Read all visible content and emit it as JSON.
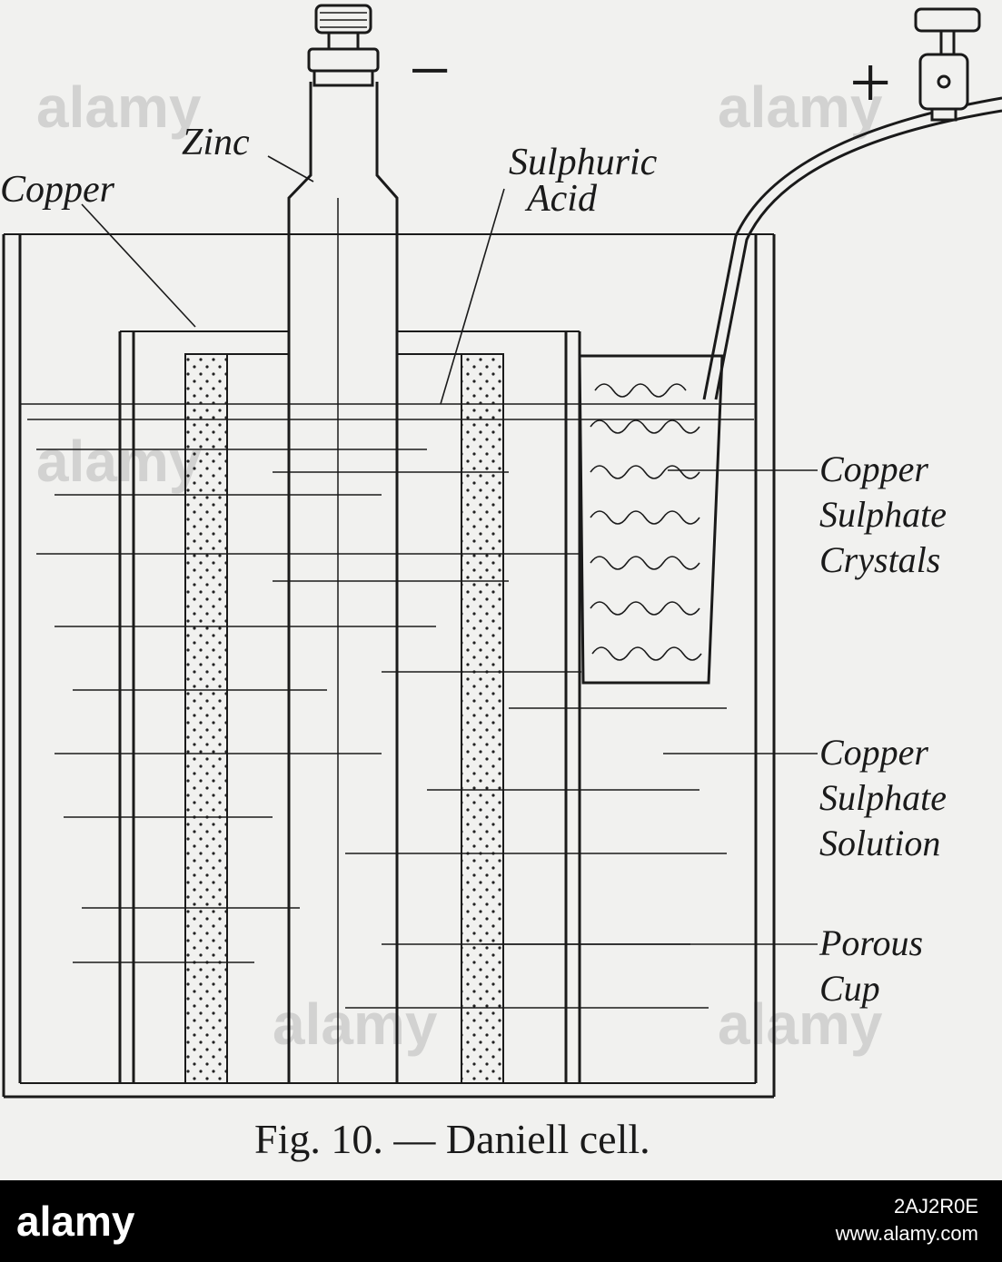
{
  "figure": {
    "caption": "Fig. 10. — Daniell cell.",
    "terminal_negative": "−",
    "terminal_positive": "+",
    "labels": {
      "zinc": "Zinc",
      "copper": "Copper",
      "sulphuric_acid": [
        "Sulphuric",
        "Acid"
      ],
      "copper_sulphate_crystals": [
        "Copper",
        "Sulphate",
        "Crystals"
      ],
      "copper_sulphate_solution": [
        "Copper",
        "Sulphate",
        "Solution"
      ],
      "porous_cup": [
        "Porous",
        "Cup"
      ]
    }
  },
  "watermark": {
    "brand": "alamy",
    "image_id": "2AJ2R0E",
    "site": "www.alamy.com"
  },
  "colors": {
    "ink": "#1a1a1a",
    "paper": "#f1f1ef",
    "banner": "#000000"
  }
}
